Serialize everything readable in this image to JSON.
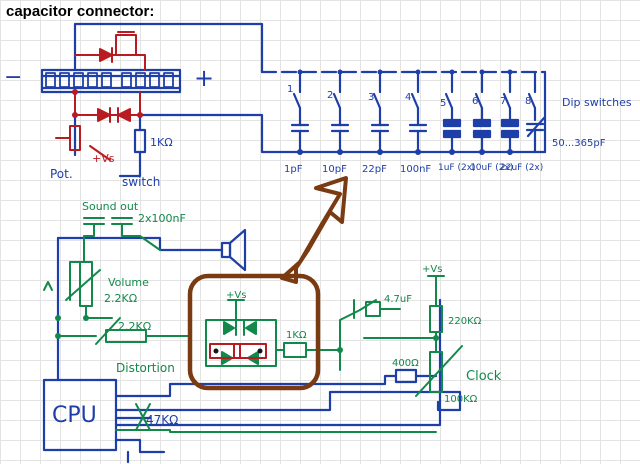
{
  "title": "capacitor connector:",
  "symbols": {
    "minus": "−",
    "plus": "+"
  },
  "labels": {
    "pot": "Pot.",
    "vs_red": "+Vs",
    "r_1k": "1KΩ",
    "switch": "switch",
    "dip_numbers": [
      "1",
      "2",
      "3",
      "4",
      "5",
      "6",
      "7",
      "8"
    ],
    "dip_switches": "Dip switches",
    "trimmer": "50...365pF",
    "cap_values": [
      "1pF",
      "10pF",
      "22pF",
      "100nF",
      "1uF\n(2x)",
      "10uF\n(2x)",
      "22uF\n(2x)"
    ],
    "sound_out": "Sound out",
    "caps_2x": "2x100nF",
    "volume": "Volume",
    "volume_r": "2.2KΩ",
    "dist_r": "2.2KΩ",
    "distortion": "Distortion",
    "cpu": "CPU",
    "vs_mid": "+Vs",
    "r_1k_mid": "1KΩ",
    "cap_47": "4.7uF",
    "vs_right": "+Vs",
    "r_220": "220KΩ",
    "r_400": "400Ω",
    "clock": "Clock",
    "r_100k": "100KΩ",
    "r_47k": "47KΩ"
  },
  "colors": {
    "blue": "#1f3fa8",
    "red": "#b81c22",
    "green": "#12894a",
    "brown": "#7a3a12",
    "black": "#151515"
  }
}
